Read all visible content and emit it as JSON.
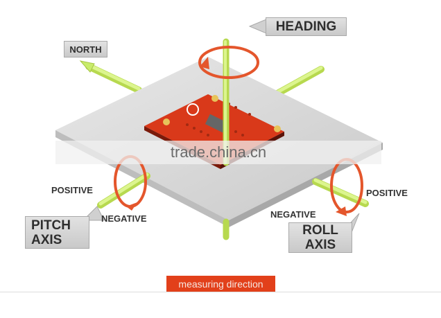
{
  "diagram": {
    "labels": {
      "heading": "HEADING",
      "north": "NORTH",
      "pitch_axis_line1": "PITCH",
      "pitch_axis_line2": "AXIS",
      "roll_axis_line1": "ROLL",
      "roll_axis_line2": "AXIS",
      "pitch_positive": "POSITIVE",
      "pitch_negative": "NEGATIVE",
      "roll_positive": "POSITIVE",
      "roll_negative": "NEGATIVE"
    },
    "watermark": "trade.china.cn",
    "caption": "measuring direction",
    "colors": {
      "axis_rod": "#c8ec6a",
      "rotation_arrow": "#e4562c",
      "board": "#d9391a",
      "plate": "#d4d4d4",
      "caption_bg": "#e2401a"
    }
  }
}
